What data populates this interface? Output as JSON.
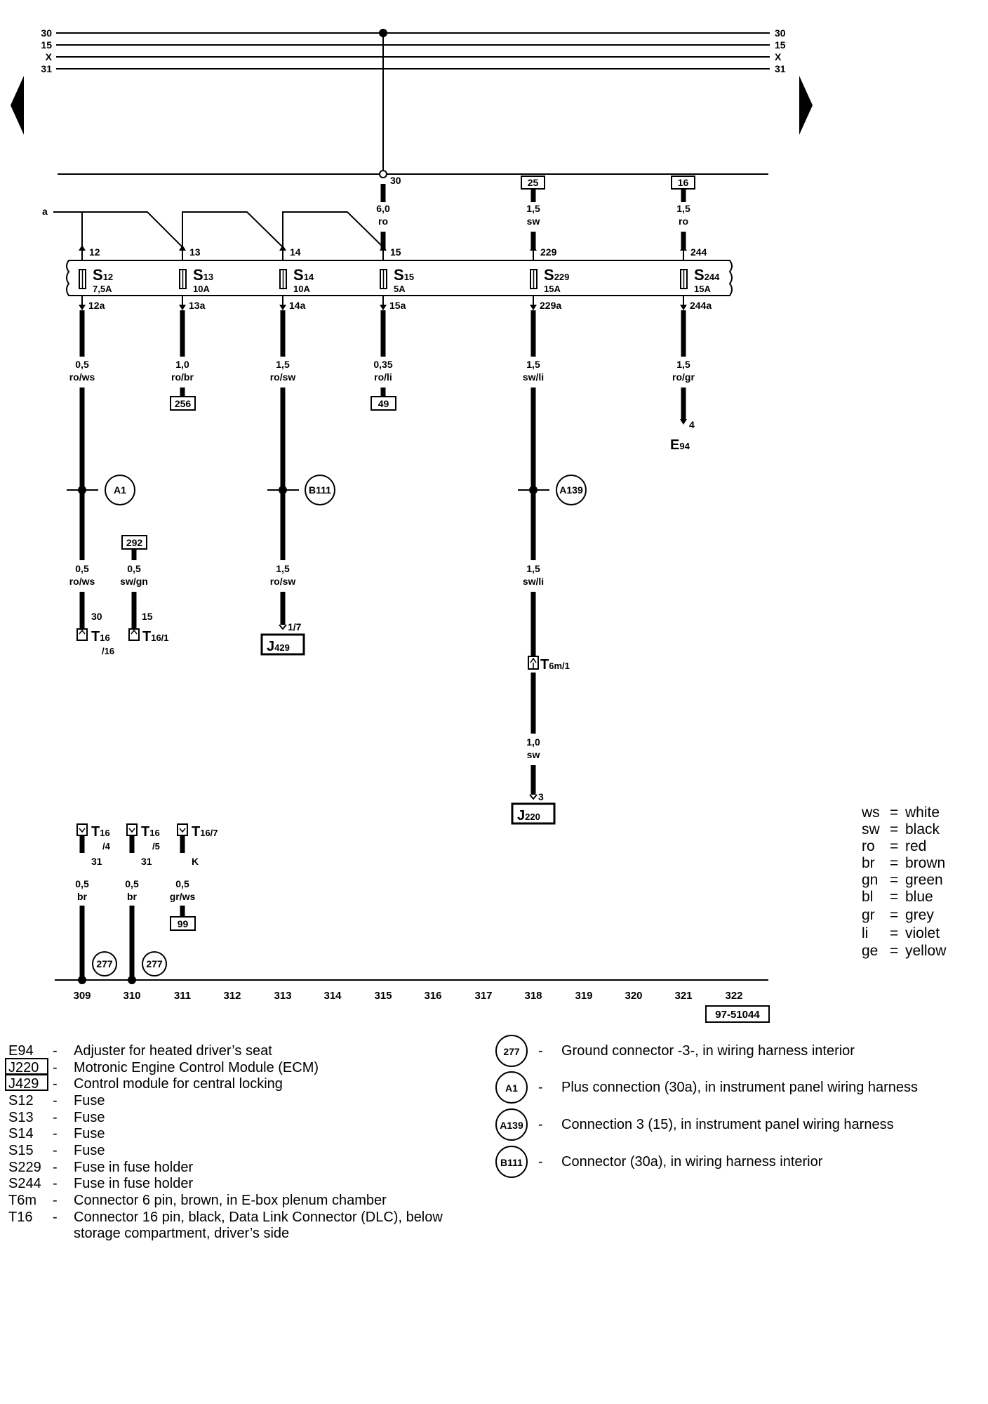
{
  "bus": {
    "left_labels": [
      "30",
      "15",
      "X",
      "31"
    ],
    "right_labels": [
      "30",
      "15",
      "X",
      "31"
    ]
  },
  "supply": {
    "terminal_30": "30",
    "a_label": "a",
    "ref_25": "25",
    "ref_16": "16"
  },
  "feeds": [
    {
      "gauge": "6,0",
      "color": "ro"
    },
    {
      "gauge": "1,5",
      "color": "sw"
    },
    {
      "gauge": "1,5",
      "color": "ro"
    }
  ],
  "fuses": [
    {
      "in_pin": "12",
      "name": "S",
      "sub": "12",
      "rating": "7,5A",
      "out_pin": "12a"
    },
    {
      "in_pin": "13",
      "name": "S",
      "sub": "13",
      "rating": "10A",
      "out_pin": "13a"
    },
    {
      "in_pin": "14",
      "name": "S",
      "sub": "14",
      "rating": "10A",
      "out_pin": "14a"
    },
    {
      "in_pin": "15",
      "name": "S",
      "sub": "15",
      "rating": "5A",
      "out_pin": "15a"
    },
    {
      "in_pin": "229",
      "name": "S",
      "sub": "229",
      "rating": "15A",
      "out_pin": "229a"
    },
    {
      "in_pin": "244",
      "name": "S",
      "sub": "244",
      "rating": "15A",
      "out_pin": "244a"
    }
  ],
  "wires_upper": [
    {
      "gauge": "0,5",
      "color": "ro/ws"
    },
    {
      "gauge": "1,0",
      "color": "ro/br"
    },
    {
      "gauge": "1,5",
      "color": "ro/sw"
    },
    {
      "gauge": "0,35",
      "color": "ro/li"
    },
    {
      "gauge": "1,5",
      "color": "sw/li"
    },
    {
      "gauge": "1,5",
      "color": "ro/gr"
    }
  ],
  "refs": {
    "r256": "256",
    "r49": "49",
    "r292": "292",
    "r99": "99"
  },
  "e94": {
    "pin": "4",
    "name": "E",
    "sub": "94"
  },
  "splices": {
    "a1": "A1",
    "b111": "B111",
    "a139": "A139"
  },
  "wires_mid": [
    {
      "gauge": "0,5",
      "color": "ro/ws"
    },
    {
      "gauge": "0,5",
      "color": "sw/gn"
    },
    {
      "gauge": "1,5",
      "color": "ro/sw"
    },
    {
      "gauge": "1,5",
      "color": "sw/li"
    }
  ],
  "t16_top": {
    "pin_a": "30",
    "pin_b": "15",
    "name_a": "T",
    "sub_a": "16",
    "sub2_a": "/16",
    "name_b": "T",
    "sub_b": "16/1"
  },
  "j429": {
    "pin": "1/7",
    "name": "J",
    "sub": "429"
  },
  "t6m": {
    "name": "T",
    "sub": "6m/1"
  },
  "wire_sw": {
    "gauge": "1,0",
    "color": "sw"
  },
  "j220": {
    "pin": "3",
    "name": "J",
    "sub": "220"
  },
  "t16_bottom": [
    {
      "name": "T",
      "sub": "16",
      "sub2": "/4",
      "pin": "31",
      "gauge": "0,5",
      "color": "br"
    },
    {
      "name": "T",
      "sub": "16",
      "sub2": "/5",
      "pin": "31",
      "gauge": "0,5",
      "color": "br"
    },
    {
      "name": "T",
      "sub": "16/7",
      "sub2": "",
      "pin": "K",
      "gauge": "0,5",
      "color": "gr/ws"
    }
  ],
  "ground": {
    "g1": "277",
    "g2": "277"
  },
  "track_numbers": [
    "309",
    "310",
    "311",
    "312",
    "313",
    "314",
    "315",
    "316",
    "317",
    "318",
    "319",
    "320",
    "321",
    "322"
  ],
  "doc_number": "97-51044",
  "color_key": [
    {
      "code": "ws",
      "name": "white"
    },
    {
      "code": "sw",
      "name": "black"
    },
    {
      "code": "ro",
      "name": "red"
    },
    {
      "code": "br",
      "name": "brown"
    },
    {
      "code": "gn",
      "name": "green"
    },
    {
      "code": "bl",
      "name": "blue"
    },
    {
      "code": "gr",
      "name": "grey"
    },
    {
      "code": "li",
      "name": "violet"
    },
    {
      "code": "ge",
      "name": "yellow"
    }
  ],
  "legend_left": [
    {
      "code": "E94",
      "desc": "Adjuster for heated driver’s seat"
    },
    {
      "code": "J220",
      "desc": "Motronic Engine Control Module (ECM)"
    },
    {
      "code": "J429",
      "desc": "Control module for central locking"
    },
    {
      "code": "S12",
      "desc": "Fuse"
    },
    {
      "code": "S13",
      "desc": "Fuse"
    },
    {
      "code": "S14",
      "desc": "Fuse"
    },
    {
      "code": "S15",
      "desc": "Fuse"
    },
    {
      "code": "S229",
      "desc": "Fuse in fuse holder"
    },
    {
      "code": "S244",
      "desc": "Fuse in fuse holder"
    },
    {
      "code": "T6m",
      "desc": "Connector 6 pin, brown, in E-box plenum chamber"
    },
    {
      "code": "T16",
      "desc": "Connector 16 pin, black, Data Link Connector (DLC), below"
    }
  ],
  "legend_left_cont": "storage compartment, driver’s side",
  "legend_right": [
    {
      "code": "277",
      "desc": "Ground connector -3-, in wiring harness interior"
    },
    {
      "code": "A1",
      "desc": "Plus connection (30a), in instrument panel wiring harness"
    },
    {
      "code": "A139",
      "desc": "Connection 3 (15), in instrument panel wiring harness"
    },
    {
      "code": "B111",
      "desc": "Connector (30a), in wiring harness interior"
    }
  ],
  "dash": "-"
}
